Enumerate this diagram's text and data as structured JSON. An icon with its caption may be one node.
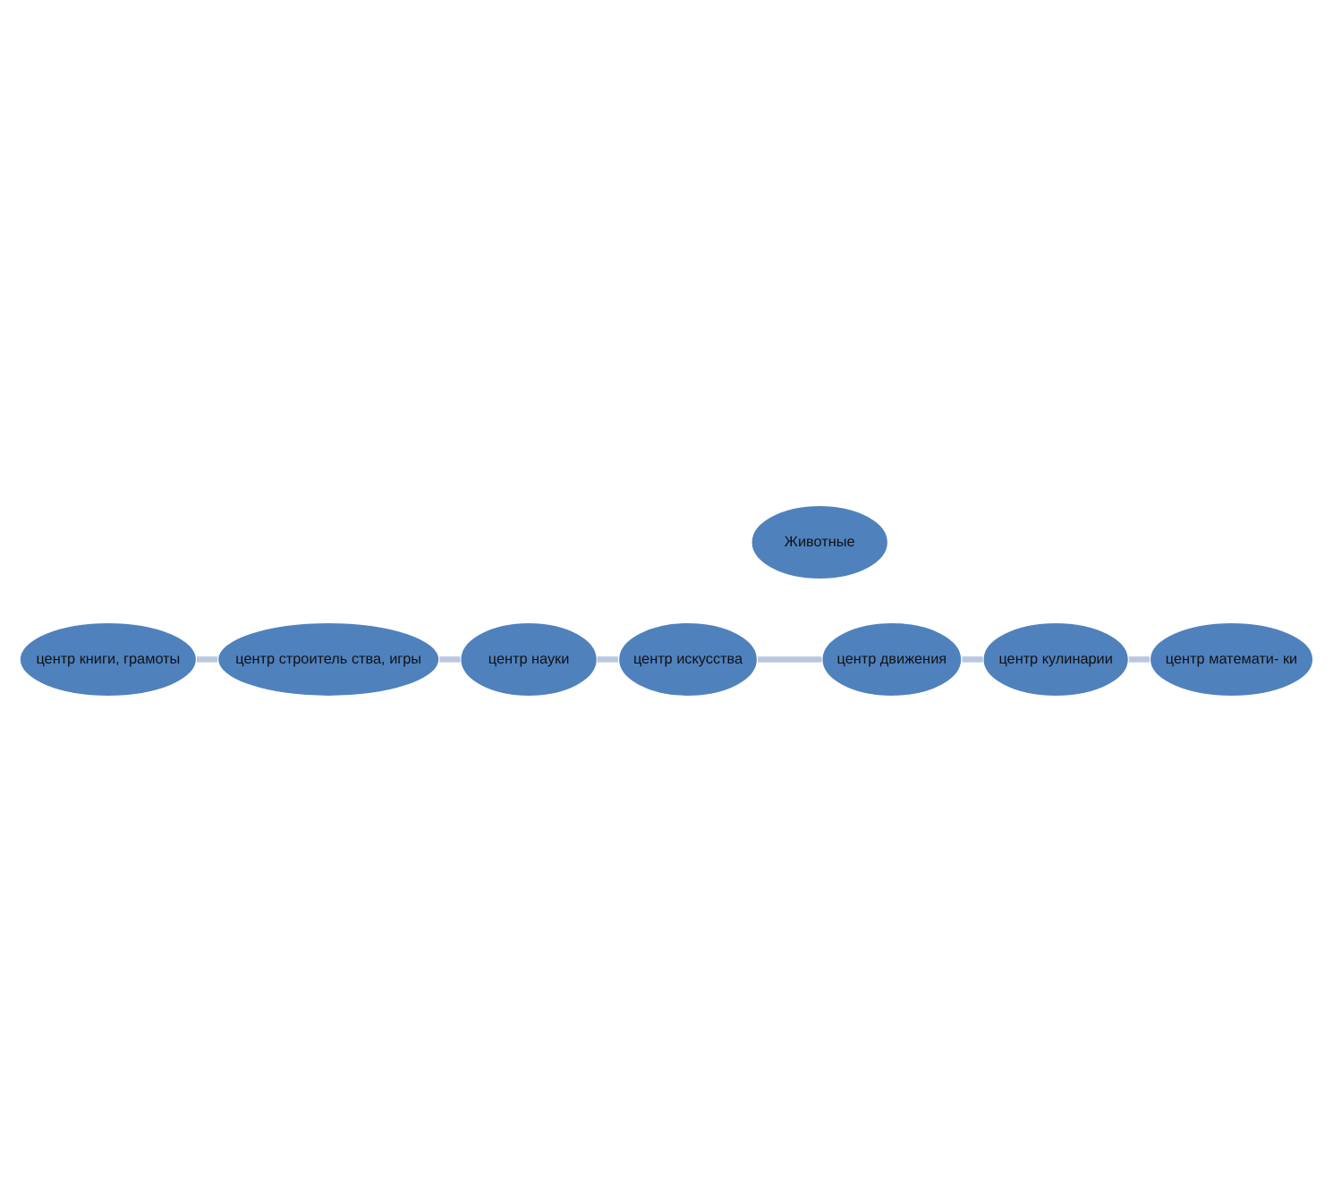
{
  "diagram": {
    "nodes": [
      {
        "text": [
          "Животные"
        ]
      },
      {
        "text": [
          "центр искусства"
        ]
      },
      {
        "text": [
          "центр движения"
        ]
      },
      {
        "text": [
          "центр кулинарии"
        ]
      },
      {
        "text": [
          "центр математи- ки"
        ]
      },
      {
        "text": [
          "центр книги, грамоты"
        ]
      },
      {
        "text": [
          "центр строитель ства, игры"
        ]
      },
      {
        "text": [
          "центр науки"
        ]
      }
    ],
    "edges": [
      {
        "from": 1,
        "to": 2,
        "arrow": "none"
      },
      {
        "from": 2,
        "to": 3,
        "arrow": "none"
      },
      {
        "from": 3,
        "to": 4,
        "arrow": "none"
      },
      {
        "from": 5,
        "to": 6,
        "arrow": "none"
      },
      {
        "from": 6,
        "to": 7,
        "arrow": "none"
      },
      {
        "from": 7,
        "to": 1,
        "arrow": "none"
      }
    ]
  }
}
